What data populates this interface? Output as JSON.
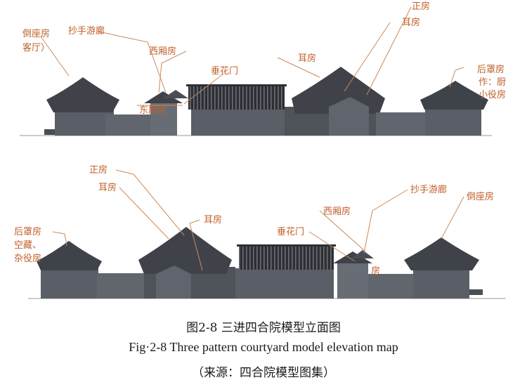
{
  "top_labels": {
    "zhengfang": "正房",
    "erfang_right": "耳房",
    "daozuofang": "倒座房",
    "keting": "客厅）",
    "chaoshou": "抄手游廊",
    "xixiang": "西厢房",
    "chuihua": "垂花门",
    "erfang_mid": "耳房",
    "dongxiang": "东厢房",
    "houzhao_1": "后罩房",
    "houzhao_2": "作：厨",
    "houzhao_3": "小役房"
  },
  "bottom_labels": {
    "zhengfang": "正房",
    "erfang_left": "耳房",
    "erfang_mid": "耳房",
    "xixiang": "西厢房",
    "chaoshou": "抄手游廊",
    "daozuofang": "倒座房",
    "chuihua": "垂花门",
    "houzhao_1": "后罩房",
    "houzhao_2": "空藏、",
    "houzhao_3": "杂役房",
    "fang_partial": "房"
  },
  "caption": {
    "title_cn": "图2-8 三进四合院模型立面图",
    "title_en": "Fig·2-8 Three pattern courtyard model elevation map",
    "source": "（来源：四合院模型图集）"
  },
  "colors": {
    "roof": "#3f4249",
    "wall": "#5a5e66",
    "wall_light": "#70747c",
    "label": "#c0602a",
    "leader": "#c98a5a"
  }
}
